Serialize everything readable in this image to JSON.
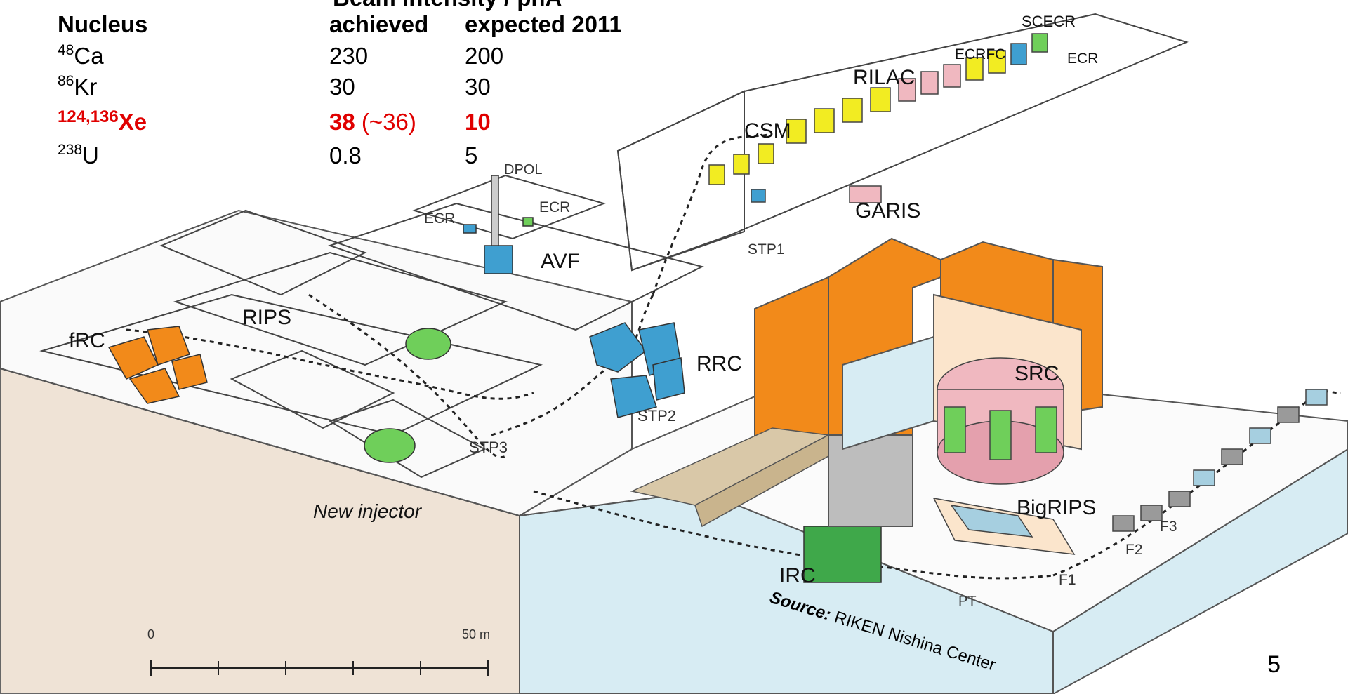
{
  "table": {
    "header_super": "Beam intensity / pnA",
    "headers": [
      "Nucleus",
      "achieved",
      "expected 2011"
    ],
    "rows": [
      {
        "mass": "48",
        "elem": "Ca",
        "achieved": "230",
        "expected": "200",
        "highlight": false
      },
      {
        "mass": "86",
        "elem": "Kr",
        "achieved": "30",
        "expected": "30",
        "highlight": false
      },
      {
        "mass": "124,136",
        "elem": "Xe",
        "achieved": "38",
        "achieved_note": "(~36)",
        "expected": "10",
        "highlight": true
      },
      {
        "mass": "238",
        "elem": "U",
        "achieved": "0.8",
        "expected": "5",
        "highlight": false
      }
    ]
  },
  "labels": {
    "scecr": "SCECR",
    "ecrfc": "ECRFC",
    "ecr_top": "ECR",
    "rilac": "RILAC",
    "csm": "CSM",
    "dpol": "DPOL",
    "ecr_left": "ECR",
    "ecr_right": "ECR",
    "garis": "GARIS",
    "stp1": "STP1",
    "avf": "AVF",
    "rips": "RIPS",
    "frc": "fRC",
    "rrc": "RRC",
    "stp2": "STP2",
    "stp3": "STP3",
    "src": "SRC",
    "new_injector": "New injector",
    "bigrips": "BigRIPS",
    "irc": "IRC",
    "pt": "PT",
    "f1": "F1",
    "f2": "F2",
    "f3": "F3"
  },
  "scale": {
    "start": "0",
    "end": "50 m"
  },
  "source": {
    "prefix": "Source:",
    "text": " RIKEN Nishina Center"
  },
  "page_number": "5",
  "colors": {
    "highlight_red": "#e00000",
    "wall_orange": "#f28a1a",
    "magnet_blue": "#3f9fd0",
    "magnet_green": "#6fcf5a",
    "magnet_yellow": "#f2ec22",
    "magnet_pink": "#f0b8c0",
    "floor_base": "#efe3d6",
    "base_blue": "#d7ecf3"
  }
}
